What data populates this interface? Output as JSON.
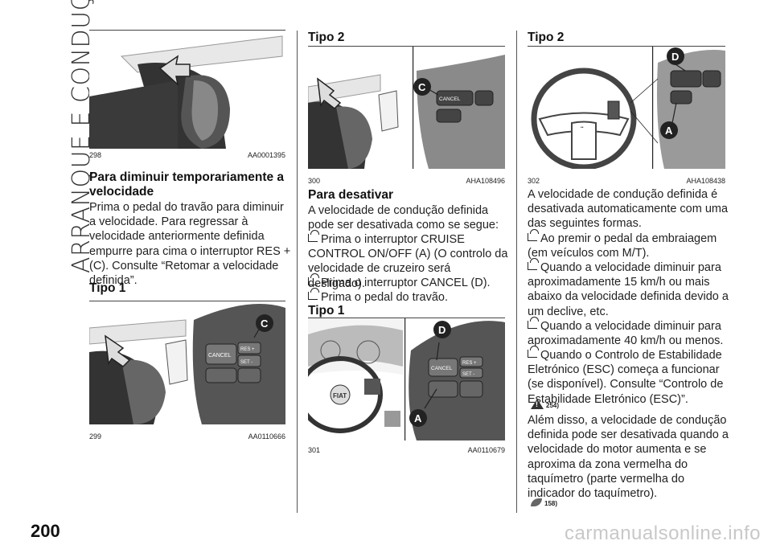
{
  "side_title": "ARRANQUE E CONDUÇÃO",
  "page_number": "200",
  "watermark": "carmanualsonline.info",
  "col1": {
    "fig1": {
      "num": "298",
      "code": "AA0001395"
    },
    "heading1": "Para diminuir temporariamente a velocidade",
    "para1": "Prima o pedal do travão para diminuir a velocidade. Para regressar à velocidade anteriormente definida empurre para cima o interruptor RES + (C). Consulte “Retomar a velocidade definida”.",
    "heading2": "Tipo 1",
    "fig2": {
      "num": "299",
      "code": "AA0110666",
      "label_c": "C",
      "btn_cancel": "CANCEL",
      "btn_res": "RES +",
      "btn_set": "SET -"
    }
  },
  "col2": {
    "heading1": "Tipo 2",
    "fig1": {
      "num": "300",
      "code": "AHA108496",
      "label_c": "C",
      "btn_cancel": "CANCEL"
    },
    "heading2": "Para desativar",
    "intro": "A velocidade de condução definida pode ser desativada como se segue:",
    "items": [
      "Prima o interruptor CRUISE CONTROL ON/OFF (A) (O controlo da velocidade de cruzeiro será desligado).",
      "Prima o interruptor CANCEL (D).",
      "Prima o pedal do travão."
    ],
    "heading3": "Tipo 1",
    "fig2": {
      "num": "301",
      "code": "AA0110679",
      "label_d": "D",
      "label_a": "A",
      "btn_cancel": "CANCEL",
      "btn_res": "RES +",
      "btn_set": "SET -",
      "logo": "FIAT"
    }
  },
  "col3": {
    "heading1": "Tipo 2",
    "fig1": {
      "num": "302",
      "code": "AHA108438",
      "label_d": "D",
      "label_a": "A"
    },
    "intro": "A velocidade de condução definida é desativada automaticamente com uma das seguintes formas.",
    "items": [
      "Ao premir o pedal da embraiagem (em veículos com M/T).",
      "Quando a velocidade diminuir para aproximadamente 15 km/h ou mais abaixo da velocidade definida devido a um declive, etc.",
      "Quando a velocidade diminuir para aproximadamente 40 km/h ou menos.",
      "Quando o Controlo de Estabilidade Eletrónico (ESC) começa a funcionar (se disponível). Consulte “Controlo de Estabilidade Eletrónico (ESC)”."
    ],
    "warning_ref": "254)",
    "para2": "Além disso, a velocidade de condução definida pode ser desativada quando a velocidade do motor aumenta e se aproxima da zona vermelha do taquímetro (parte vermelha do indicador do taquímetro).",
    "env_ref": "158)"
  }
}
